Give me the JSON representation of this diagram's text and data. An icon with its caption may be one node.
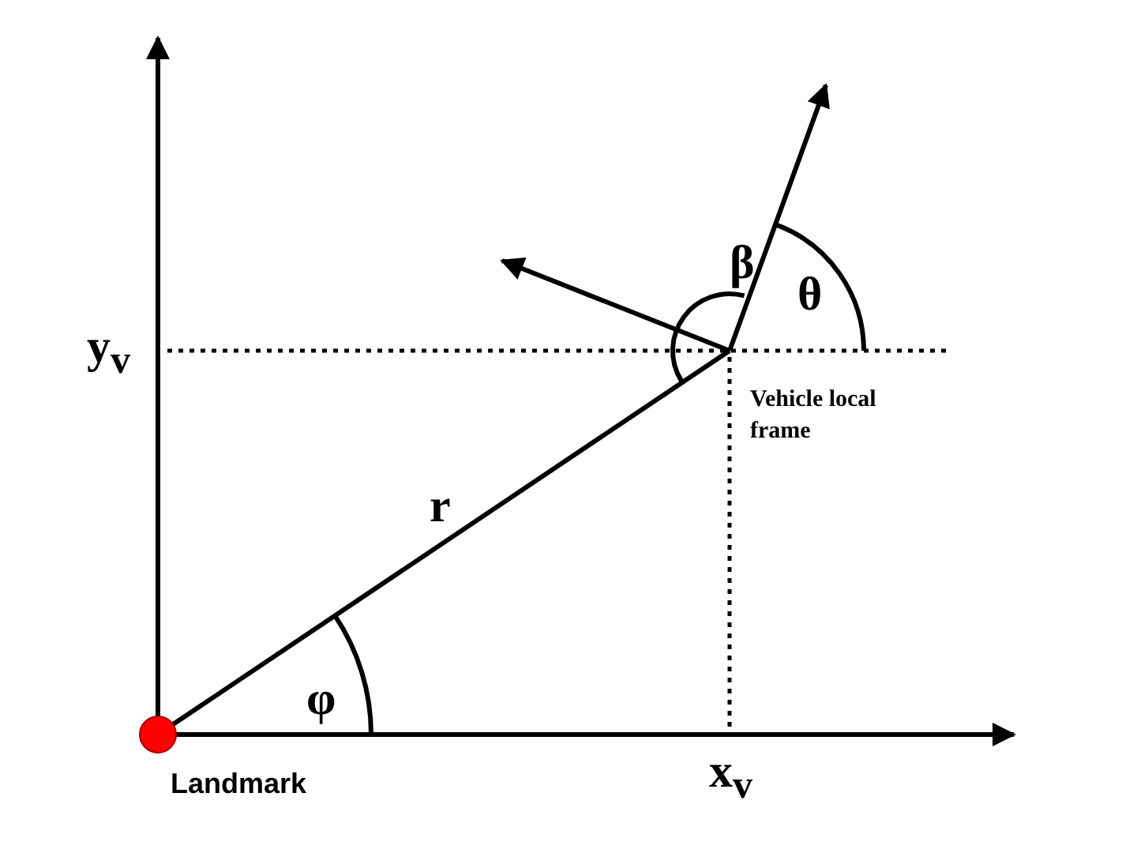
{
  "diagram": {
    "nodes": [
      {
        "text": [],
        "shape": "circle",
        "beside": [
          "Landmark"
        ]
      }
    ],
    "labels": [
      "β",
      "θ",
      "y$_{v}$",
      "Vehicle local frame",
      "r",
      "φ",
      "x$_{v}$"
    ]
  }
}
